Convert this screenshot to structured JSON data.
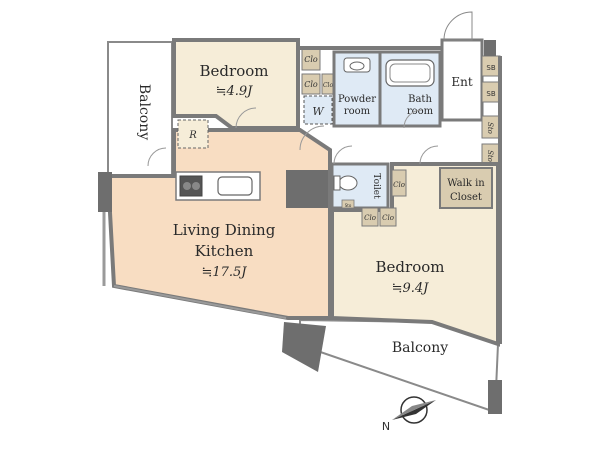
{
  "plan": {
    "rooms": {
      "bedroom_small": {
        "name": "Bedroom",
        "area": "≒4.9J"
      },
      "bedroom_large": {
        "name": "Bedroom",
        "area": "≒9.4J"
      },
      "ldk": {
        "name_line1": "Living Dining",
        "name_line2": "Kitchen",
        "area": "≒17.5J"
      },
      "powder_room": {
        "line1": "Powder",
        "line2": "room"
      },
      "bath_room": {
        "line1": "Bath",
        "line2": "room"
      },
      "toilet": "Toilet",
      "walk_in_closet": {
        "line1": "Walk in",
        "line2": "Closet"
      },
      "entrance": "Ent",
      "balcony_left": "Balcony",
      "balcony_bottom": "Balcony"
    },
    "fixtures": {
      "clo": "Clo",
      "sb": "SB",
      "sto": "Sto",
      "washer": "W",
      "fridge": "R",
      "small_storage": "Sto"
    },
    "compass": {
      "label": "N"
    },
    "colors": {
      "floor_warm": "#f6edd8",
      "ldk_floor": "#f8ddc2",
      "wet_area": "#dfeaf5",
      "wall": "#7a7a7a",
      "column": "#6e6e6e",
      "closet": "#d9ccb0",
      "balcony": "#ffffff"
    }
  }
}
